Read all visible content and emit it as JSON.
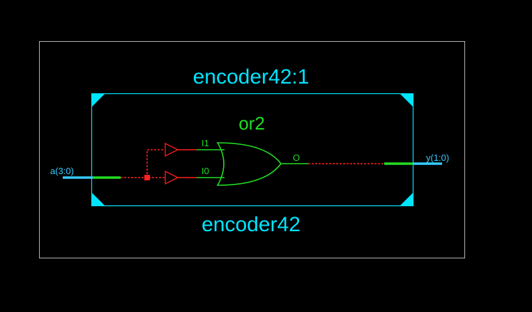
{
  "diagram": {
    "instance_label": "encoder42:1",
    "module_label": "encoder42",
    "gate_label": "or2",
    "gate_inputs": [
      "I1",
      "I0"
    ],
    "gate_output": "O",
    "input_port": "a(3:0)",
    "output_port": "y(1:0)"
  },
  "colors": {
    "background": "#000000",
    "outer_frame": "#b4b4b4",
    "module_box": "#00e5ff",
    "label_cyan": "#00e5ff",
    "gate": "#22dd22",
    "net_red": "#ff2020",
    "bus_cyan": "#33ccff",
    "bus_green": "#22dd22"
  }
}
